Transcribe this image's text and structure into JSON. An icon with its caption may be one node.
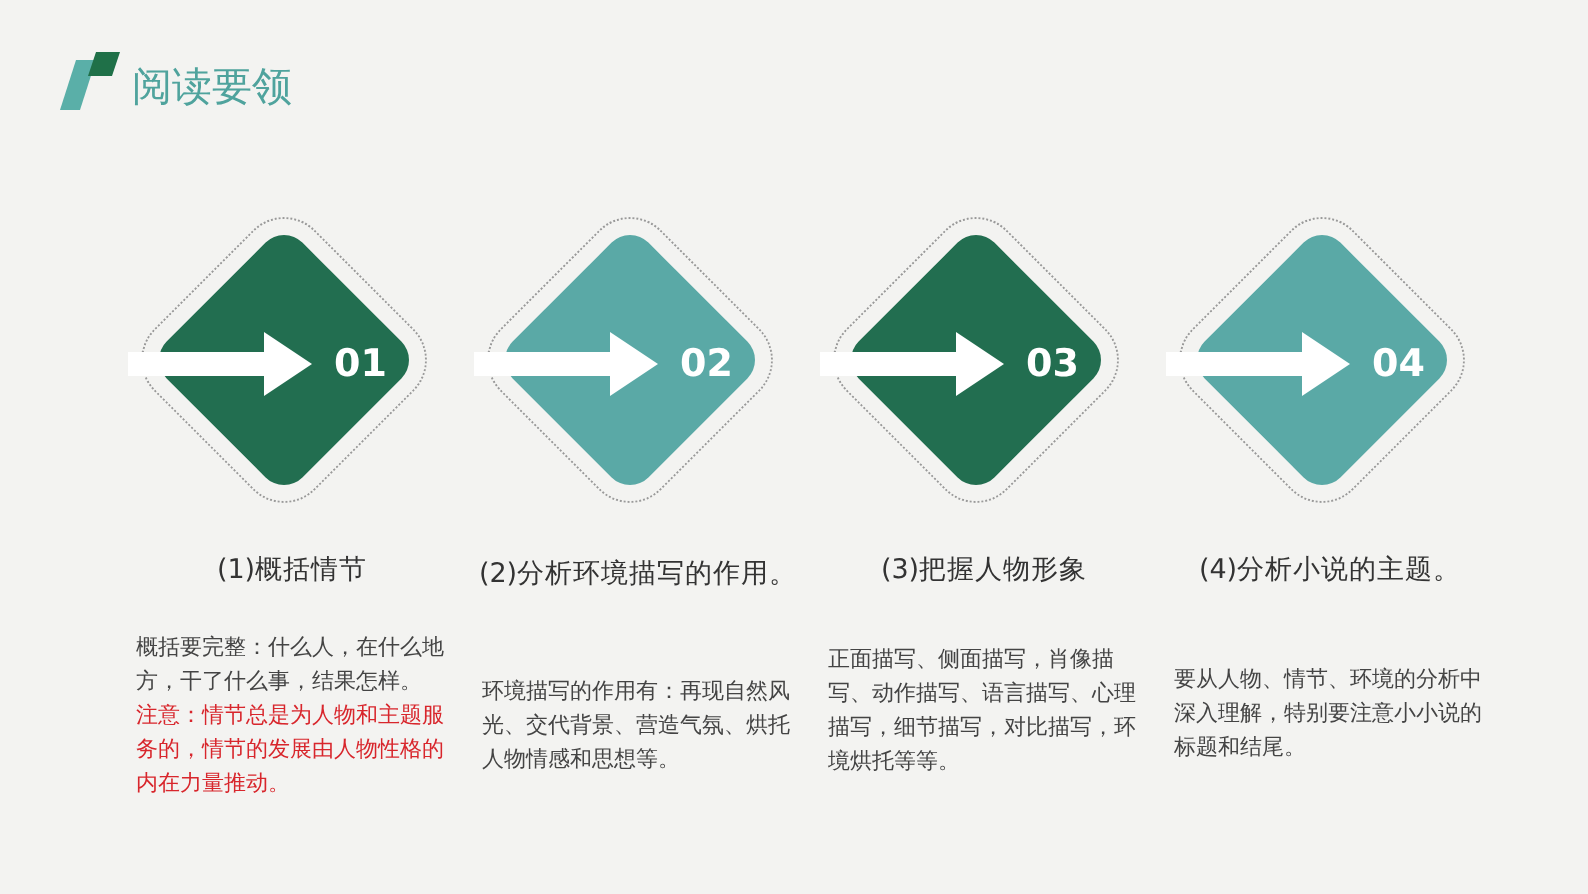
{
  "diagram": {
    "title": "阅读要领",
    "nodes": [
      {
        "text": [
          "01"
        ],
        "beside": [
          "(1)概括情节"
        ]
      },
      {
        "text": [
          "02"
        ],
        "beside": [
          "(2)分析环境描写的作用。"
        ]
      },
      {
        "text": [
          "03"
        ],
        "beside": [
          "(3)把握人物形象"
        ]
      },
      {
        "text": [
          "04"
        ],
        "beside": [
          "(4)分析小说的主题。"
        ]
      }
    ],
    "edges": [],
    "labels": [
      "概括要完整：什么人，在什么地方，干了什么事，结果怎样。",
      "注意：情节总是为人物和主题服务的，情节的发展由人物性格的内在力量推动。",
      "环境描写的作用有：再现自然风光、交代背景、营造气氛、烘托人物情感和思想等。",
      "正面描写、侧面描写，肖像描写、动作描写、语言描写、心理描写，细节描写，对比描写，环境烘托等等。",
      "要从人物、情节、环境的分析中深入理解，特别要注意小小说的标题和结尾。"
    ]
  }
}
